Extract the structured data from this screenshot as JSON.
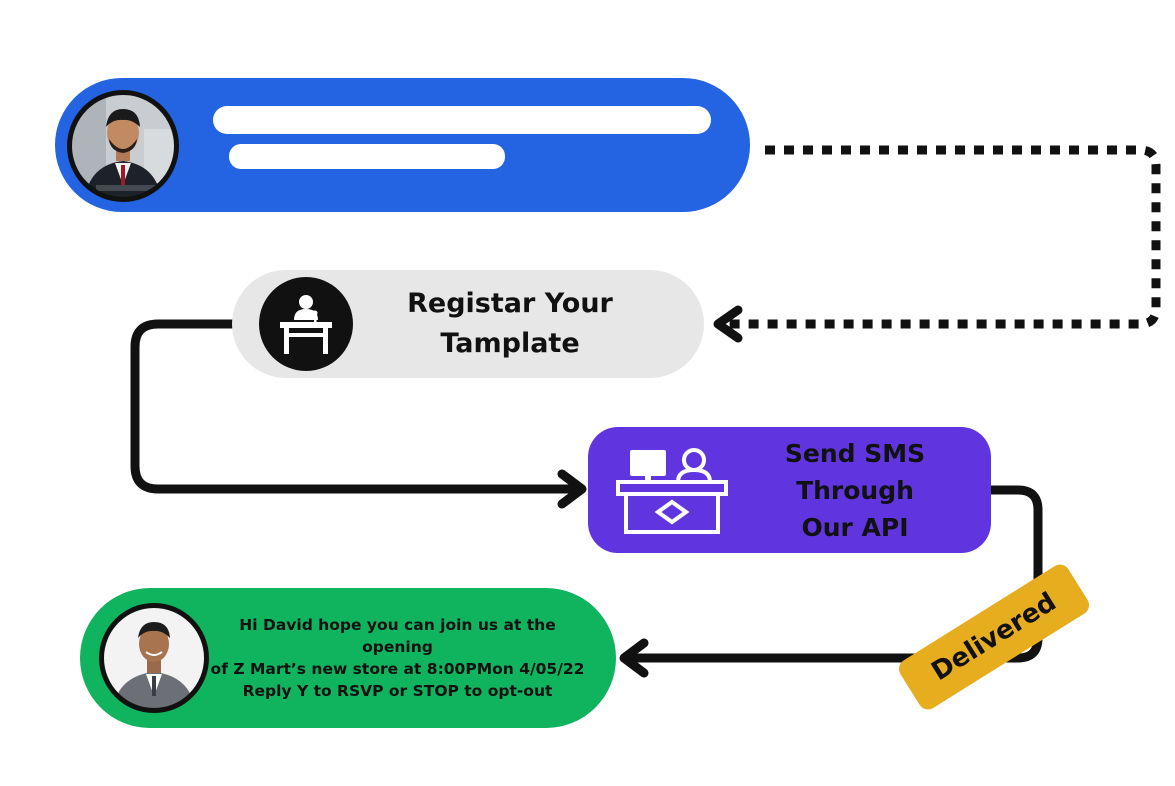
{
  "steps": {
    "register": {
      "line1": "Registar Your",
      "line2": "Tamplate",
      "icon": "presenter-desk-icon"
    },
    "send": {
      "line1": "Send SMS Through",
      "line2": "Our API",
      "icon": "api-desk-icon"
    },
    "message": {
      "line1": "Hi David hope you can join us at the opening",
      "line2": "of Z Mart’s  new store at 8:00PMon 4/05/22",
      "line3": "Reply Y to RSVP or STOP to opt-out"
    }
  },
  "badge": {
    "label": "Delivered"
  },
  "colors": {
    "sender_bubble": "#2463e1",
    "register_pill": "#e7e7e7",
    "api_box": "#6035e0",
    "message_bubble": "#10b35e",
    "badge": "#e6ad1f"
  }
}
